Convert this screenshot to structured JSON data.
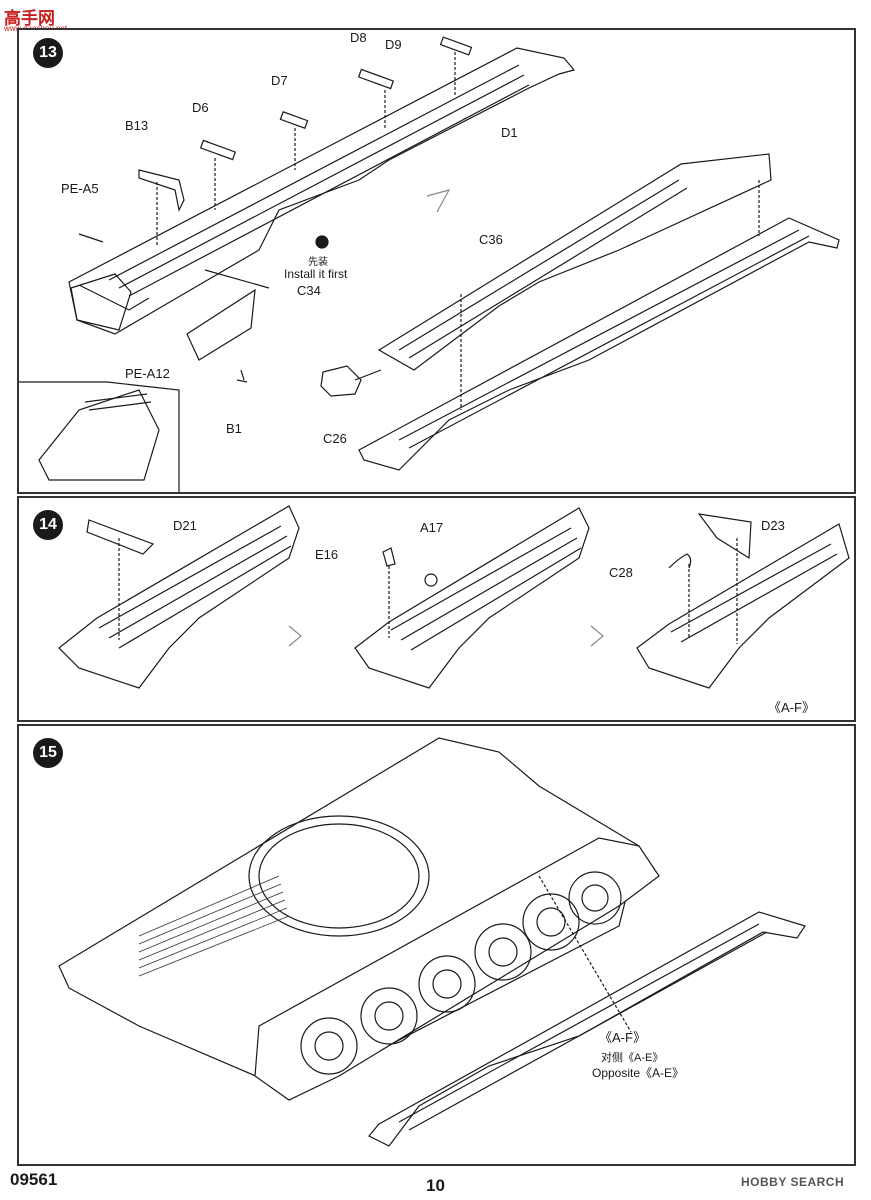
{
  "watermark_logo": {
    "text": "高手网",
    "sub": "www.gaoshou.net"
  },
  "step13": {
    "number": "13",
    "labels": {
      "d8": "D8",
      "d9": "D9",
      "d7": "D7",
      "d6": "D6",
      "b13": "B13",
      "d1": "D1",
      "pe_a5": "PE-A5",
      "c36": "C36",
      "install_cn": "先装",
      "install_en": "Install it first",
      "c34": "C34",
      "pe_a12": "PE-A12",
      "b1": "B1",
      "c26": "C26"
    }
  },
  "step14": {
    "number": "14",
    "labels": {
      "d21": "D21",
      "e16": "E16",
      "a17": "A17",
      "d23": "D23",
      "c28": "C28",
      "af": "《A-F》"
    }
  },
  "step15": {
    "number": "15",
    "labels": {
      "af": "《A-F》",
      "opposite_cn": "对侧《A-E》",
      "opposite_en": "Opposite《A-E》"
    }
  },
  "footer": {
    "code": "09561",
    "page": "10",
    "watermark": "HOBBY SEARCH"
  },
  "colors": {
    "line": "#1a1a1a",
    "badge": "#1a1a1a",
    "panel_border": "#333333"
  }
}
